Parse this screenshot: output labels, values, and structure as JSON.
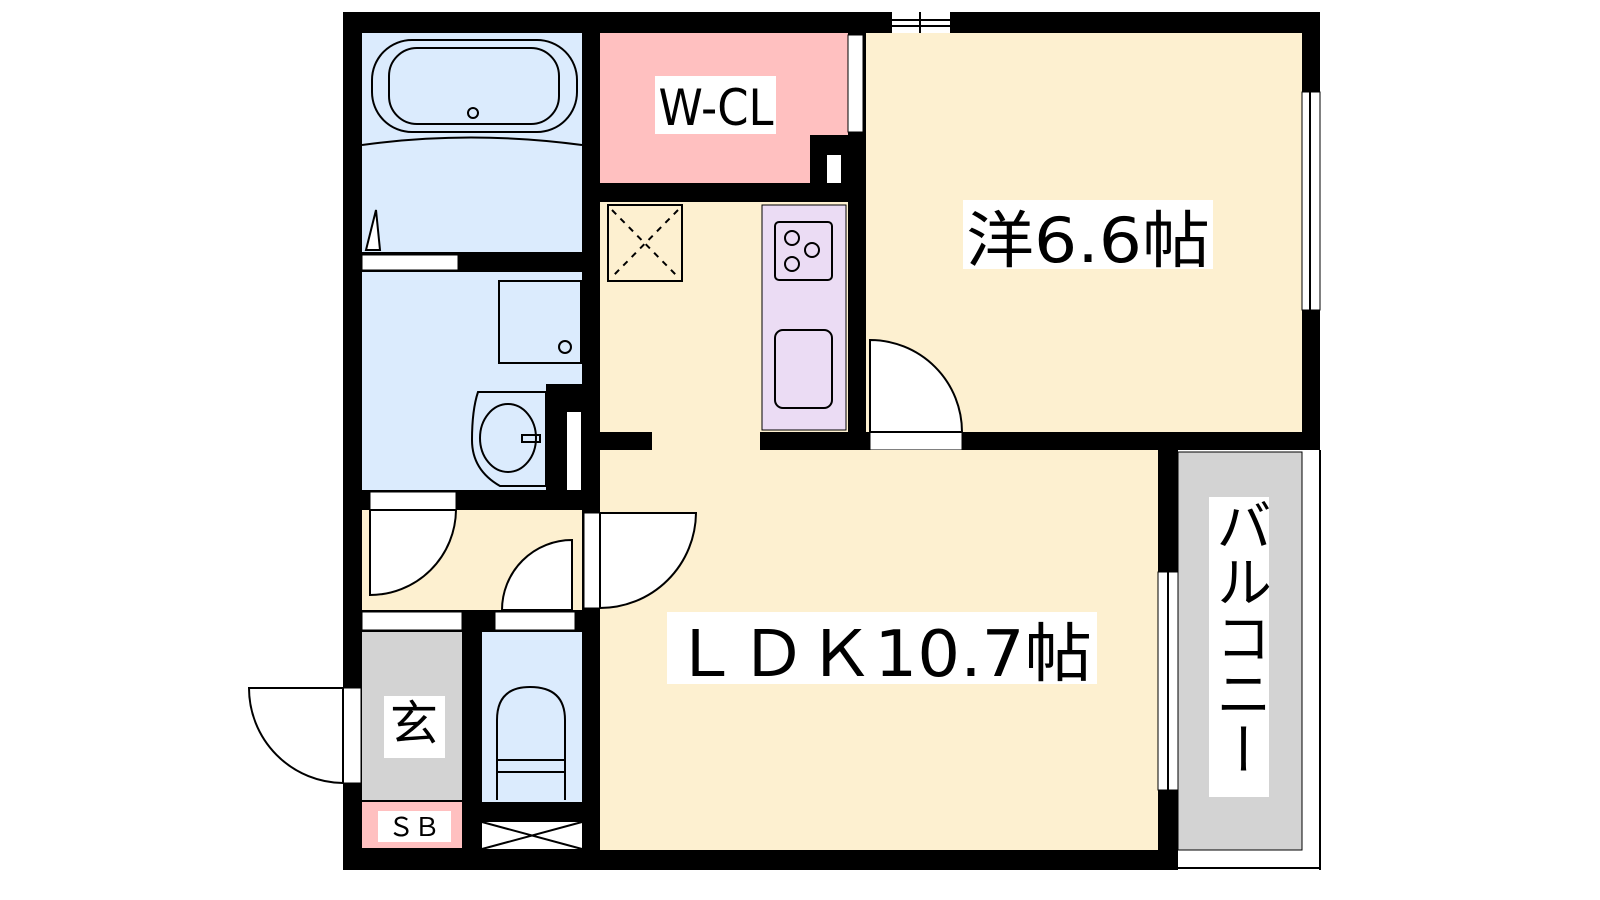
{
  "floor_plan": {
    "rooms": {
      "walk_in_closet": "W-CL",
      "western_room": "洋6.6帖",
      "ldk": "ＬＤＫ10.7帖",
      "balcony": "バルコニー",
      "entrance": "玄",
      "shoe_box": "ＳＢ"
    },
    "colors": {
      "wet_area": "#dbebfd",
      "closet": "#ffc0c0",
      "living": "#fdf0d0",
      "kitchen_counter": "#ebdcf4",
      "entrance_balcony": "#d3d3d3",
      "wall": "#000000"
    }
  }
}
